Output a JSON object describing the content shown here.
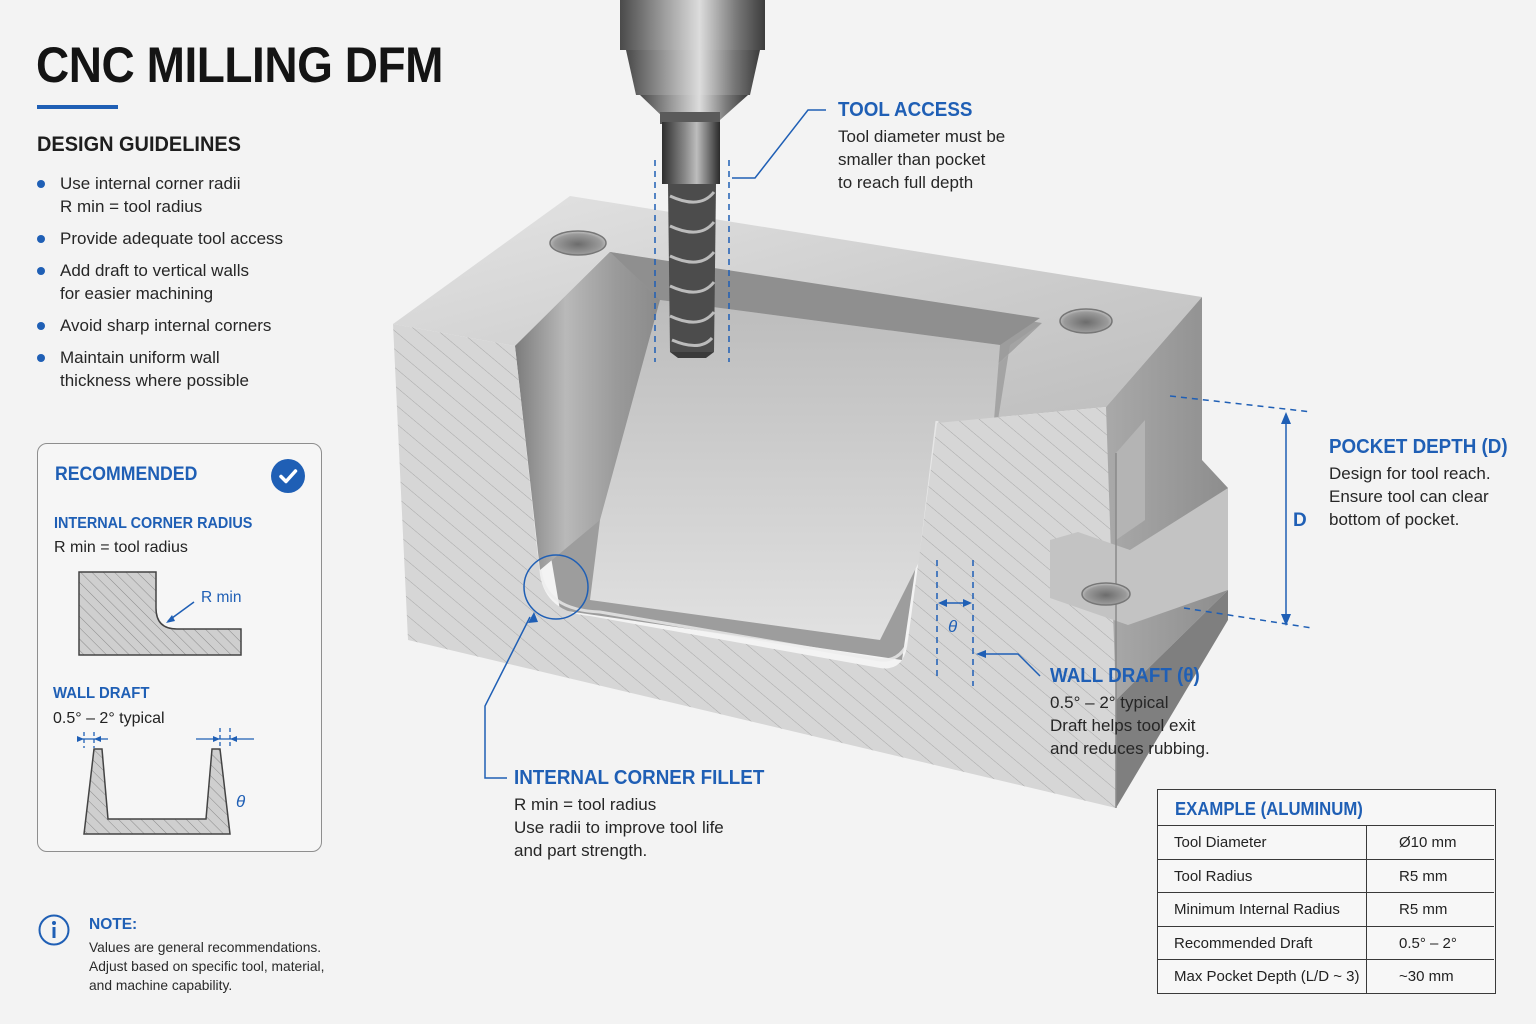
{
  "title": "CNC MILLING DFM",
  "guidelines": {
    "heading": "DESIGN GUIDELINES",
    "items": [
      {
        "lines": [
          "Use internal corner radii",
          "R min = tool radius"
        ]
      },
      {
        "lines": [
          "Provide adequate tool access"
        ]
      },
      {
        "lines": [
          "Add draft to vertical walls",
          "for easier machining"
        ]
      },
      {
        "lines": [
          "Avoid sharp internal corners"
        ]
      },
      {
        "lines": [
          "Maintain uniform wall",
          "thickness where possible"
        ]
      }
    ]
  },
  "recommended": {
    "title": "RECOMMENDED",
    "corner_heading": "INTERNAL CORNER RADIUS",
    "corner_text": "R min = tool radius",
    "corner_label": "R min",
    "draft_heading": "WALL DRAFT",
    "draft_text": "0.5° – 2° typical",
    "draft_label": "θ"
  },
  "note": {
    "heading": "NOTE:",
    "lines": [
      "Values are general recommendations.",
      "Adjust based on specific tool, material,",
      "and machine capability."
    ]
  },
  "callouts": {
    "tool_access": {
      "heading": "TOOL ACCESS",
      "lines": [
        "Tool diameter must be",
        "smaller than pocket",
        "to reach full depth"
      ]
    },
    "pocket_depth": {
      "heading": "POCKET DEPTH (D)",
      "lines": [
        "Design for tool reach.",
        "Ensure tool can clear",
        "bottom of pocket."
      ],
      "dim_label": "D"
    },
    "wall_draft": {
      "heading": "WALL DRAFT (θ)",
      "lines": [
        "0.5° – 2° typical",
        "Draft helps tool exit",
        "and reduces rubbing."
      ],
      "dim_label": "θ"
    },
    "corner_fillet": {
      "heading": "INTERNAL CORNER FILLET",
      "lines": [
        "R min = tool radius",
        "Use radii to improve tool life",
        "and part strength."
      ]
    }
  },
  "example_table": {
    "title": "EXAMPLE (ALUMINUM)",
    "rows": [
      {
        "label": "Tool Diameter",
        "value": "Ø10 mm"
      },
      {
        "label": "Tool Radius",
        "value": "R5 mm"
      },
      {
        "label": "Minimum Internal Radius",
        "value": "R5 mm"
      },
      {
        "label": "Recommended Draft",
        "value": "0.5° – 2°"
      },
      {
        "label": "Max Pocket Depth (L/D ~ 3)",
        "value": "~30 mm"
      }
    ]
  },
  "colors": {
    "accent": "#1f5fb5",
    "text": "#1d1d1d",
    "background": "#f3f3f3"
  }
}
